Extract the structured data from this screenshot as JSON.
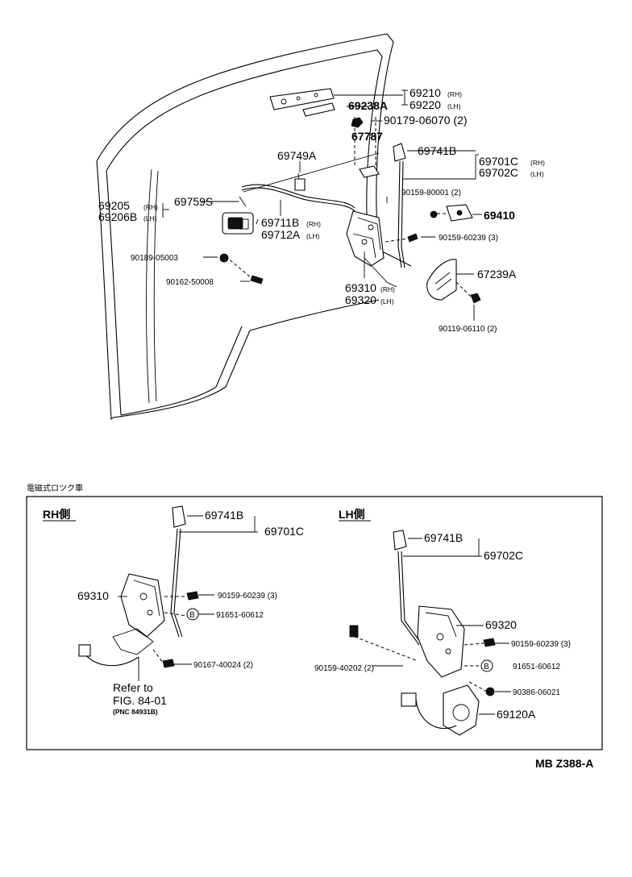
{
  "upper": {
    "p69210": "69210",
    "p69210_rh": "(RH)",
    "p69220": "69220",
    "p69220_lh": "(LH)",
    "p69238A": "69238A",
    "p90179": "90179-06070 (2)",
    "p67787": "67787",
    "p69749A": "69749A",
    "p69741B": "69741B",
    "p69701C": "69701C",
    "p69701C_rh": "(RH)",
    "p69702C": "69702C",
    "p69702C_lh": "(LH)",
    "p90159_80001": "90159-80001 (2)",
    "p69205": "69205",
    "p69205_rh": "(RH)",
    "p69206B": "69206B",
    "p69206B_lh": "(LH)",
    "p69759S": "69759S",
    "p69711B": "69711B",
    "p69711B_rh": "(RH)",
    "p69712A": "69712A",
    "p69712A_lh": "(LH)",
    "p69410": "69410",
    "p90159_60239": "90159-60239 (3)",
    "p90189": "90189-05003",
    "p67239A": "67239A",
    "p90162": "90162-50008",
    "p69310": "69310",
    "p69310_rh": "(RH)",
    "p69320": "69320",
    "p69320_lh": "(LH)",
    "p90119": "90119-06110 (2)"
  },
  "section_title": "電磁式ロツク車",
  "rh": {
    "heading": "RH側",
    "p69741B": "69741B",
    "p69701C": "69701C",
    "p69310": "69310",
    "p90159_60239": "90159-60239 (3)",
    "circle_b": "B",
    "p91651": "91651-60612",
    "p90167": "90167-40024 (2)",
    "refer1": "Refer to",
    "refer2": "FIG. 84-01",
    "refer3": "(PNC 84931B)"
  },
  "lh": {
    "heading": "LH側",
    "p69741B": "69741B",
    "p69702C": "69702C",
    "p69320": "69320",
    "p90159_60239": "90159-60239 (3)",
    "p90159_40202": "90159-40202 (2)",
    "circle_b": "B",
    "p91651": "91651-60612",
    "p90386": "90386-06021",
    "p69120A": "69120A"
  },
  "footer_code": "MB  Z388-A"
}
